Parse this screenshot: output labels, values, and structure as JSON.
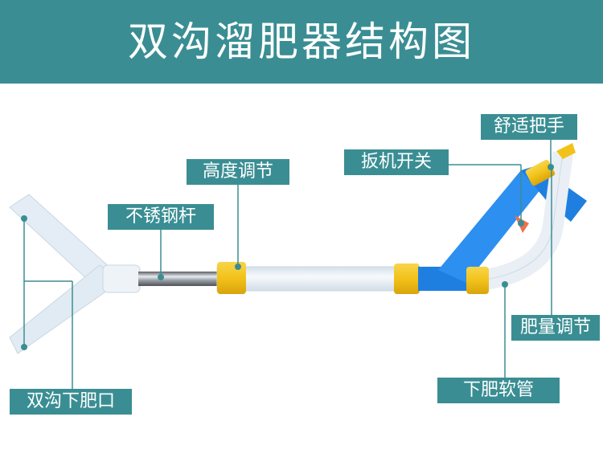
{
  "title": "双沟溜肥器结构图",
  "labels": {
    "comfort_handle": "舒适把手",
    "trigger_switch": "扳机开关",
    "height_adjust": "高度调节",
    "stainless_rod": "不锈钢杆",
    "fertilizer_adjust": "肥量调节",
    "discharge_hose": "下肥软管",
    "double_outlet": "双沟下肥口"
  },
  "colors": {
    "header": "#3a8e93",
    "tube": "#e7eff6",
    "yellow": "#f2c21a",
    "blue": "#1f7fe0",
    "leader": "#3a8e93"
  }
}
